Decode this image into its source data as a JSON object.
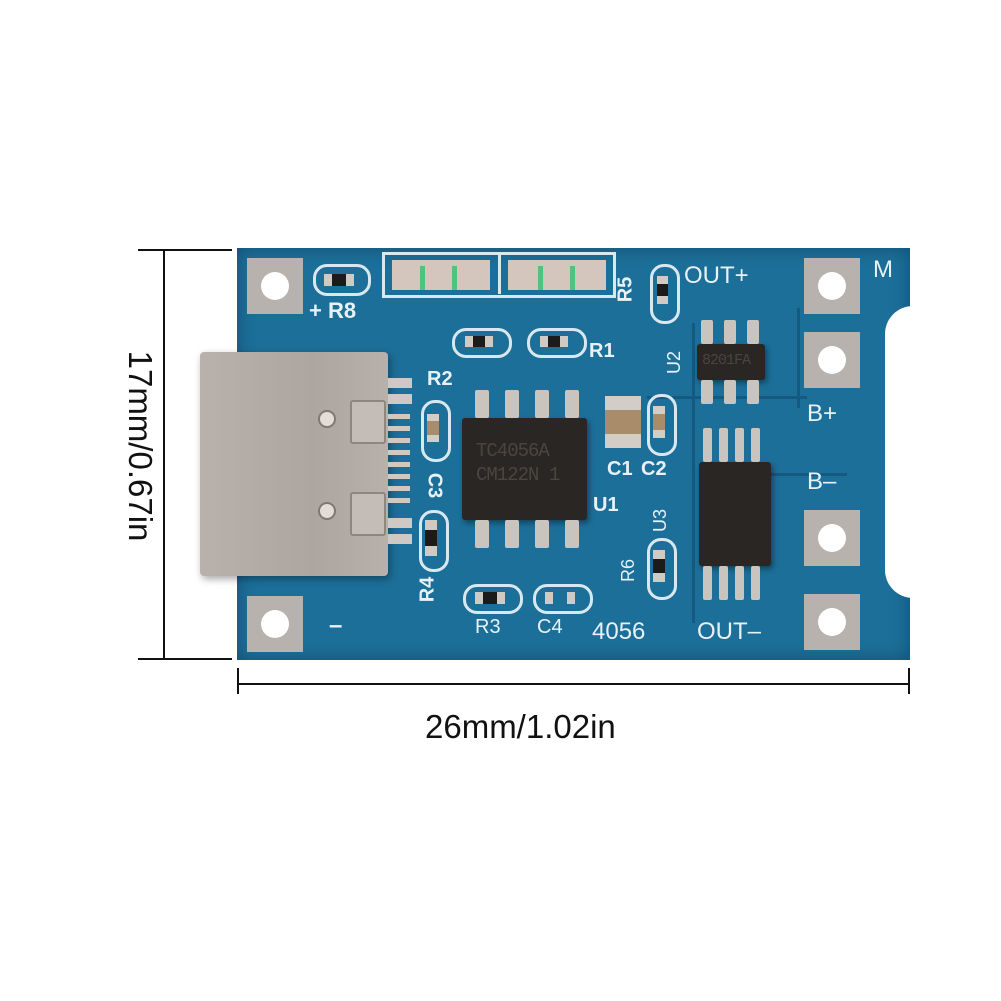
{
  "image": {
    "subject": "TP4056 USB-C lithium battery charging module (PCB top view) with dimension annotations",
    "background_color": "#ffffff",
    "pcb_color": "#1c6f99"
  },
  "dimensions": {
    "height_label": "17mm/0.67in",
    "width_label": "26mm/1.02in"
  },
  "silkscreen": {
    "plus_r8": "+ R8",
    "r5": "R5",
    "r1": "R1",
    "r2": "R2",
    "c3": "C3",
    "r4": "R4",
    "r3": "R3",
    "c4": "C4",
    "c1": "C1",
    "c2": "C2",
    "u1": "U1",
    "u2": "U2",
    "u3": "U3",
    "r6": "R6",
    "minus": "–",
    "board_id": "4056",
    "out_plus": "OUT+",
    "out_minus": "OUT–",
    "m": "M",
    "b_plus": "B+",
    "b_minus": "B–"
  },
  "chips": {
    "u1_line1": "TC4056A",
    "u1_line2": "CM122N 1",
    "u2_marking": "8201FA"
  },
  "icons": {
    "usb_port": "usb-c-connector",
    "leds": [
      "red-charge-led",
      "blue-standby-led"
    ]
  }
}
